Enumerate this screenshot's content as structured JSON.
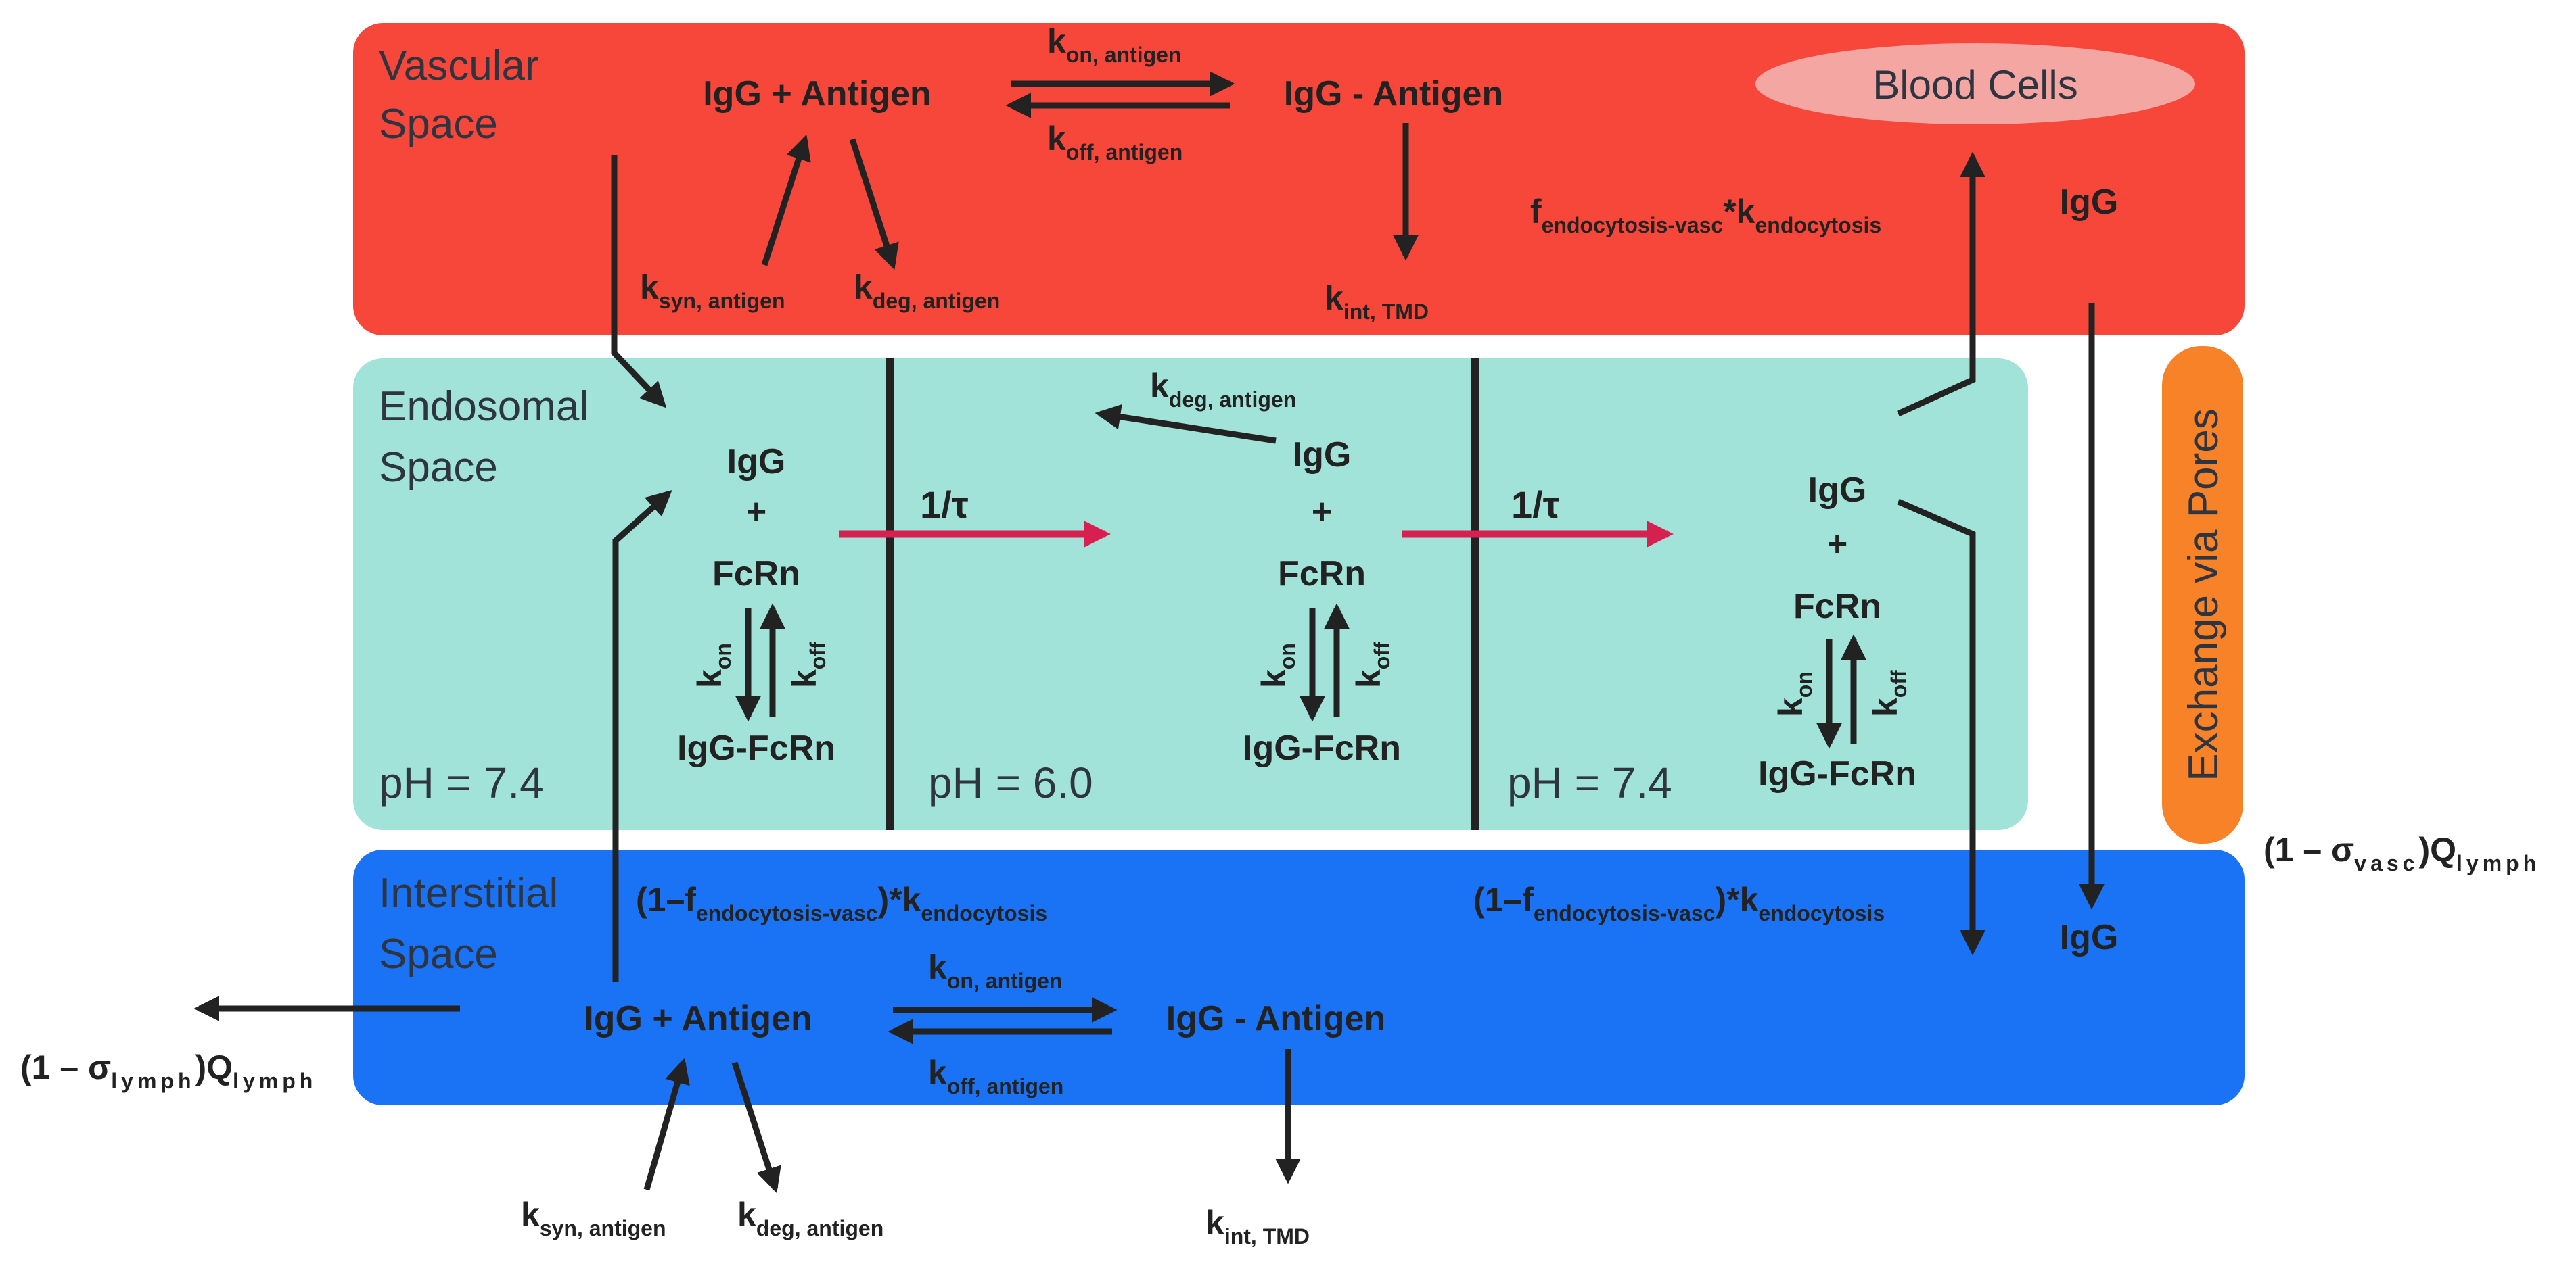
{
  "colors": {
    "vascular": "#f7473a",
    "endosomal": "#a1e3d8",
    "interstitial": "#1a73f5",
    "pores": "#f78227",
    "blood_cells": "#f4a6a2",
    "transit_arrow": "#d6204f"
  },
  "regions": {
    "vascular": {
      "title_line1": "Vascular",
      "title_line2": "Space"
    },
    "endosomal": {
      "title_line1": "Endosomal",
      "title_line2": "Space"
    },
    "interstitial": {
      "title_line1": "Interstitial",
      "title_line2": "Space"
    }
  },
  "blood_cells": "Blood Cells",
  "exchange_pores": "Exchange via Pores",
  "ph": {
    "left": "pH = 7.4",
    "middle": "pH = 6.0",
    "right": "pH = 7.4"
  },
  "species": {
    "igg": "IgG",
    "plus": "+",
    "fcrn": "FcRn",
    "igg_fcrn": "IgG-FcRn",
    "igg_plus_antigen": "IgG + Antigen",
    "igg_antigen_complex": "IgG - Antigen"
  },
  "rates": {
    "k": "k",
    "on_antigen": "on, antigen",
    "off_antigen": "off, antigen",
    "syn_antigen": "syn, antigen",
    "deg_antigen": "deg, antigen",
    "int_tmd": "int, TMD",
    "on": "on",
    "off": "off",
    "f": "f",
    "endocytosis_vasc": "endocytosis-vasc",
    "star_k": "*k",
    "endocytosis": "endocytosis",
    "one_minus_f_open": "(1–f",
    "close_star_k": ")*k",
    "inv_tau": "1/τ"
  },
  "flows": {
    "open": "(1 – σ",
    "vasc": "vasc",
    "lymph": "lymph",
    "close_q": ")Q"
  }
}
